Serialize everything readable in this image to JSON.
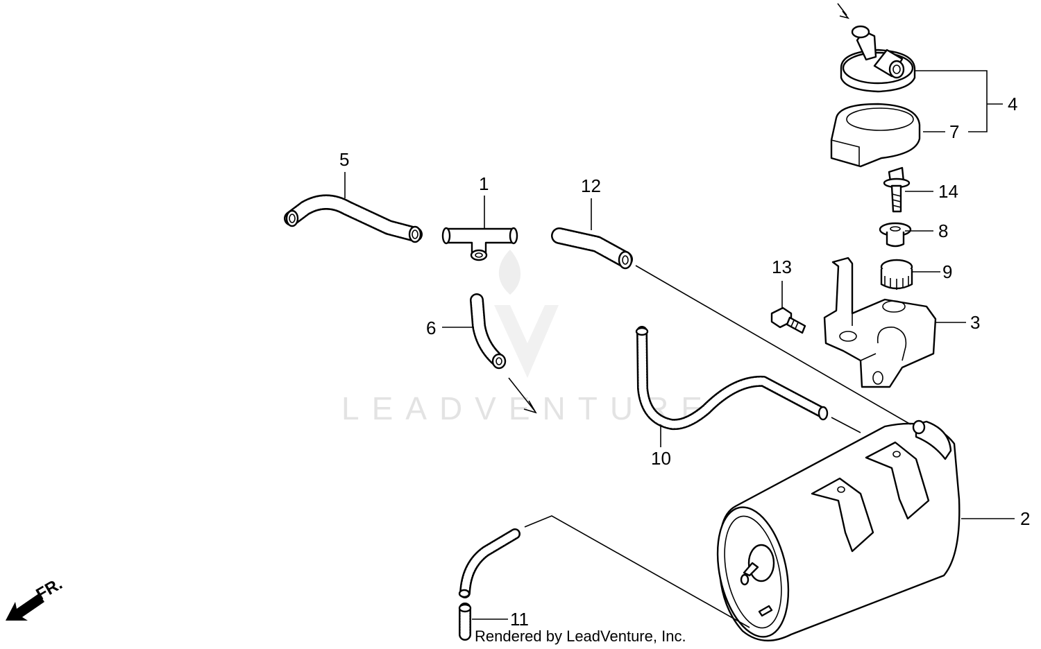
{
  "watermark": {
    "brand": "LEADVENTURE"
  },
  "labels": {
    "p1": "1",
    "p2": "2",
    "p3": "3",
    "p4": "4",
    "p5": "5",
    "p6": "6",
    "p7": "7",
    "p8": "8",
    "p9": "9",
    "p10": "10",
    "p11": "11",
    "p12": "12",
    "p13": "13",
    "p14": "14"
  },
  "direction_marker": "FR.",
  "credit": "Rendered by LeadVenture, Inc."
}
